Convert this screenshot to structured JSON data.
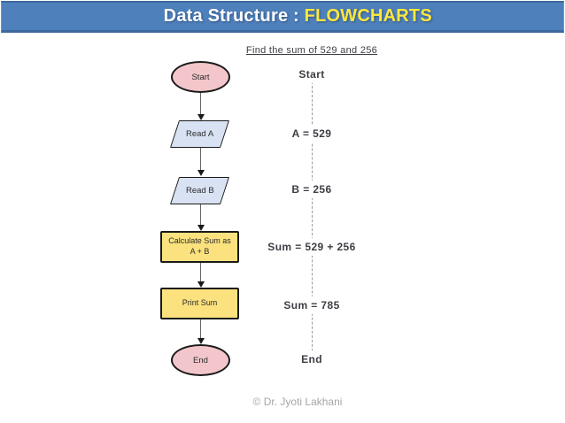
{
  "header": {
    "title_prefix": "Data Structure : ",
    "title_highlight": "FLOWCHARTS"
  },
  "subtitle": "Find the sum of 529 and 256",
  "flowchart": {
    "nodes": [
      {
        "shape": "ellipse",
        "label": "Start"
      },
      {
        "shape": "parallelogram",
        "label": "Read A"
      },
      {
        "shape": "parallelogram",
        "label": "Read B"
      },
      {
        "shape": "rectangle",
        "label_line1": "Calculate Sum as",
        "label_line2": "A + B"
      },
      {
        "shape": "rectangle",
        "label": "Print Sum"
      },
      {
        "shape": "ellipse",
        "label": "End"
      }
    ]
  },
  "trace": {
    "steps": [
      "Start",
      "A = 529",
      "B = 256",
      "Sum = 529 + 256",
      "Sum = 785",
      "End"
    ]
  },
  "footer": {
    "credit": "© Dr. Jyoti Lakhani"
  },
  "colors": {
    "title_bar": "#4E80BC",
    "title_bar_border": "#3D699E",
    "title_text": "#FFFFFF",
    "title_highlight": "#FFE83D",
    "terminal_fill": "#F2C6CA",
    "io_fill": "#D9E2F3",
    "process_fill": "#FBE27E",
    "shape_border": "#1A1A1A",
    "trace_text": "#3D3E44",
    "footer_text": "#A6A6A6"
  }
}
